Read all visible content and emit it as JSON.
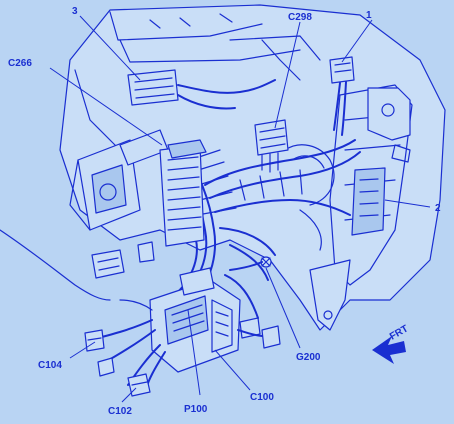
{
  "labels": {
    "l1": "1",
    "l2": "2",
    "l3": "3",
    "c298": "C298",
    "c266": "C266",
    "c104": "C104",
    "c102": "C102",
    "p100": "P100",
    "c100": "C100",
    "g200": "G200",
    "frt": "FRT"
  },
  "colors": {
    "background": "#b9d4f3",
    "ink": "#1a2fd1"
  }
}
